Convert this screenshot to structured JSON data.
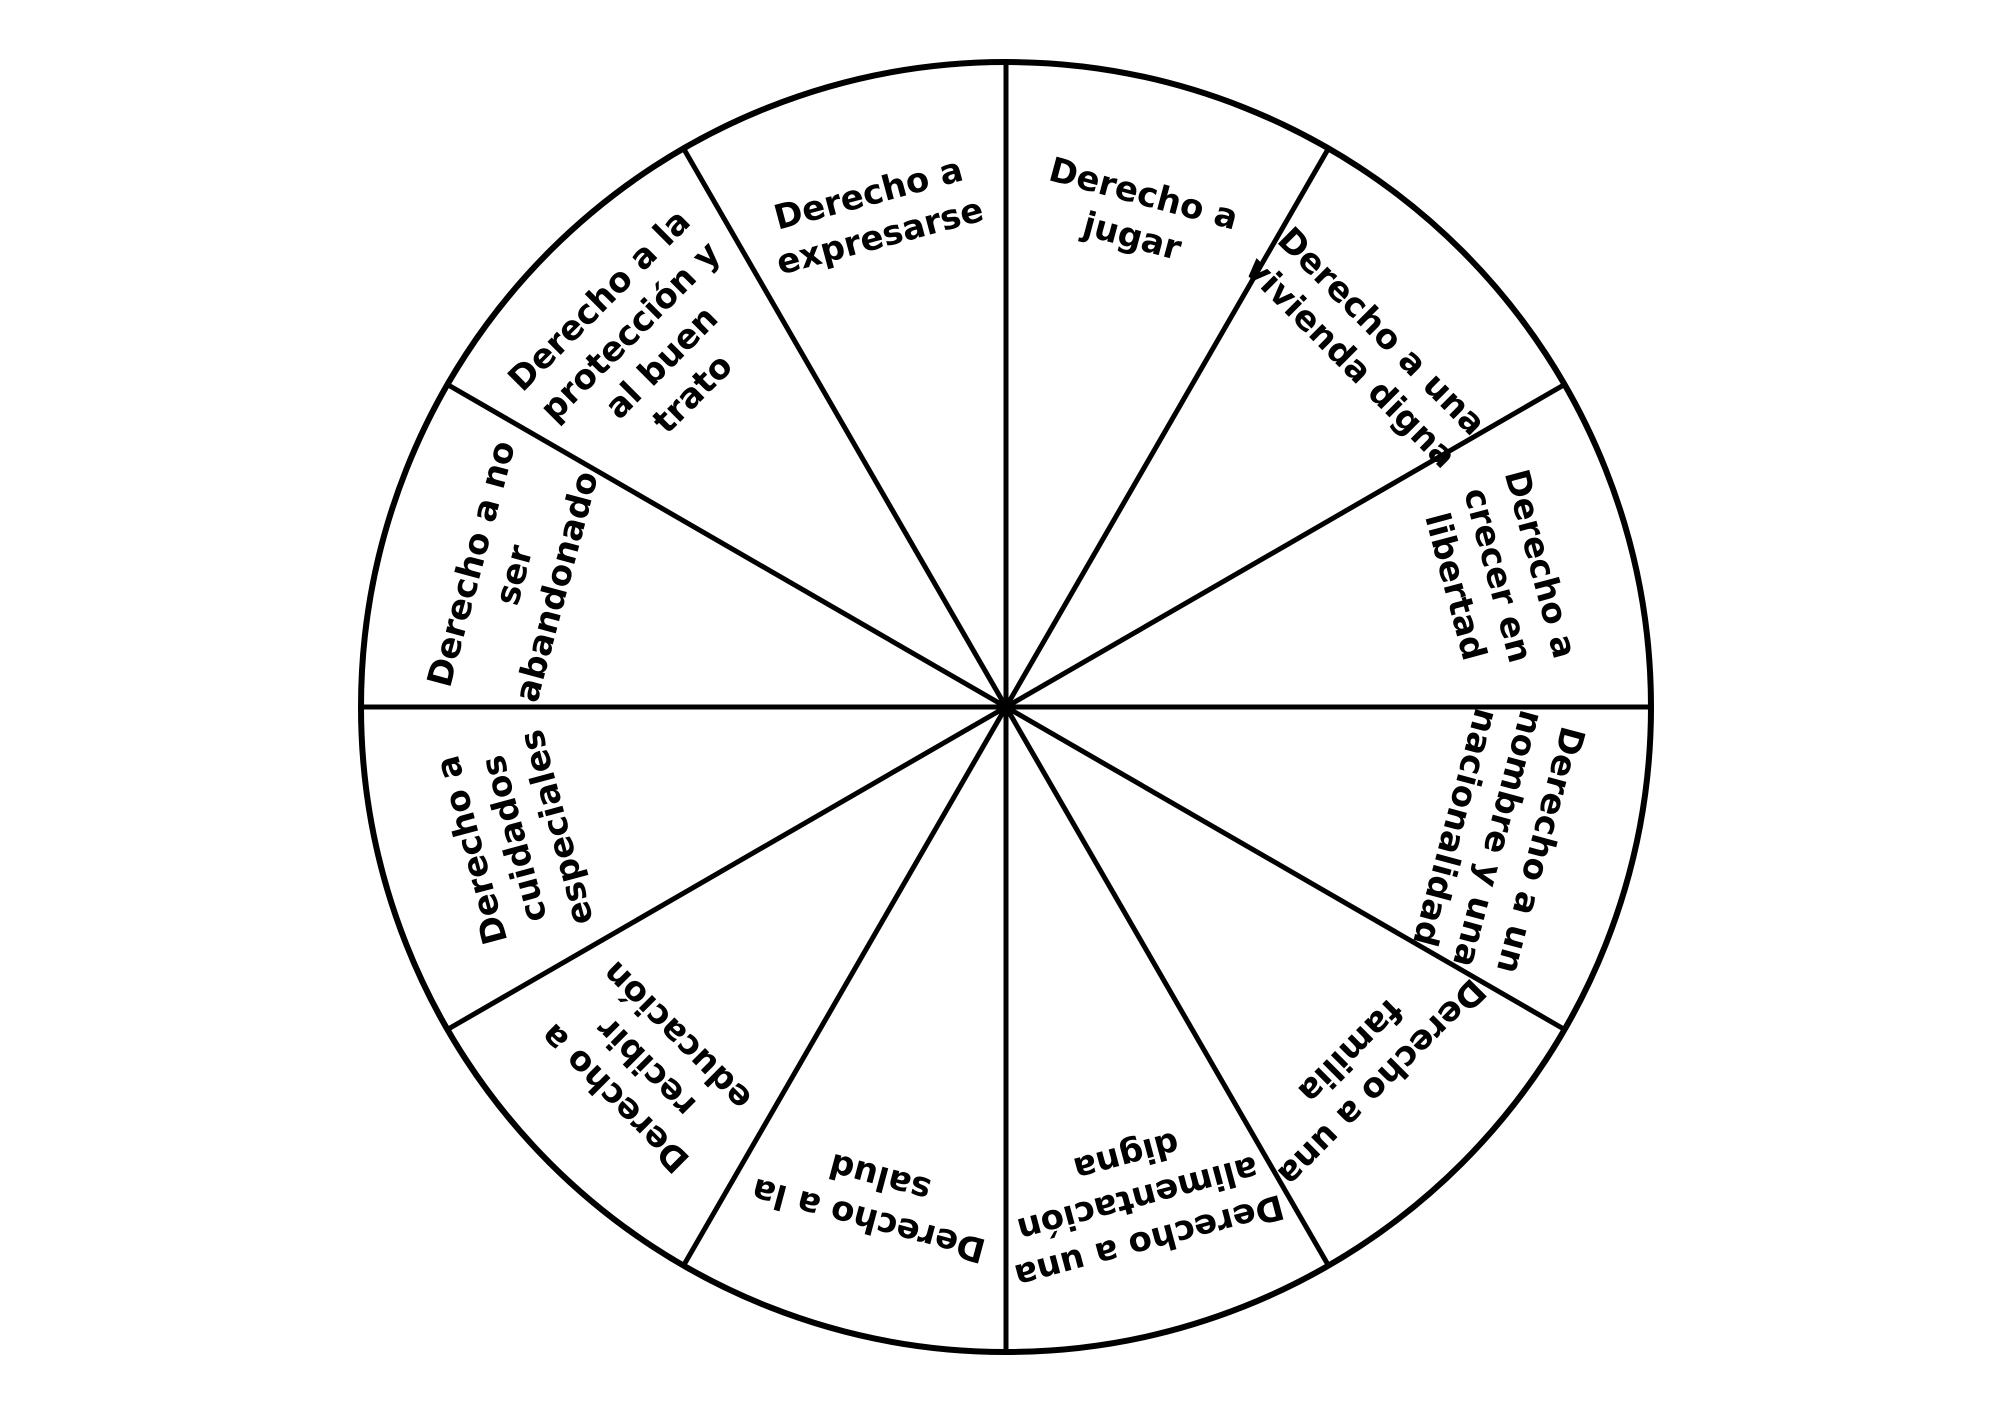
{
  "wheel": {
    "segments": [
      {
        "id": "jugar",
        "label": [
          "Derecho a",
          "jugar"
        ]
      },
      {
        "id": "vivienda",
        "label": [
          "Derecho a una",
          "vivienda digna"
        ]
      },
      {
        "id": "libertad",
        "label": [
          "Derecho a",
          "crecer en",
          "libertad"
        ]
      },
      {
        "id": "nombre",
        "label": [
          "Derecho a un",
          "nombre y una",
          "nacionalidad"
        ]
      },
      {
        "id": "familia",
        "label": [
          "Derecho a una",
          "familia"
        ]
      },
      {
        "id": "alimentacion",
        "label": [
          "Derecho a una",
          "alimentación",
          "digna"
        ]
      },
      {
        "id": "salud",
        "label": [
          "Derecho a la",
          "salud"
        ]
      },
      {
        "id": "educacion",
        "label": [
          "Derecho a",
          "recibir",
          "educación"
        ]
      },
      {
        "id": "cuidados",
        "label": [
          "Derecho a",
          "cuidados",
          "especiales"
        ]
      },
      {
        "id": "abandono",
        "label": [
          "Derecho a no",
          "ser",
          "abandonado"
        ]
      },
      {
        "id": "proteccion",
        "label": [
          "Derecho a la",
          "protección y",
          "al  buen",
          "trato"
        ]
      },
      {
        "id": "expresarse",
        "label": [
          "Derecho a",
          "expresarse"
        ]
      }
    ],
    "colors": {
      "stroke": "#000000",
      "fill": "#ffffff",
      "text": "#000000"
    }
  }
}
